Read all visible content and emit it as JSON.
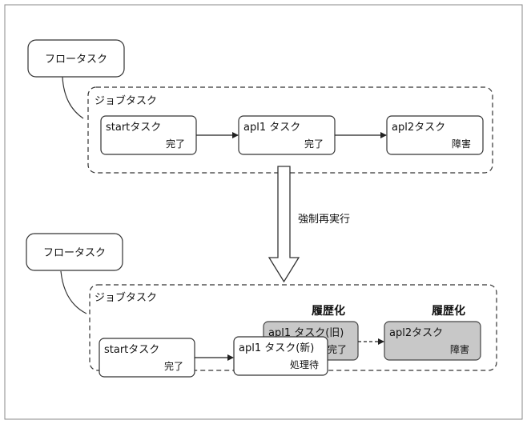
{
  "top": {
    "flow_task": "フロータスク",
    "job_task": "ジョブタスク",
    "tasks": [
      {
        "name": "startタスク",
        "status": "完了"
      },
      {
        "name": "apl1 タスク",
        "status": "完了"
      },
      {
        "name": "apl2タスク",
        "status": "障害"
      }
    ]
  },
  "action_label": "強制再実行",
  "bottom": {
    "flow_task": "フロータスク",
    "job_task": "ジョブタスク",
    "history_label_1": "履歴化",
    "history_label_2": "履歴化",
    "start_task": {
      "name": "startタスク",
      "status": "完了"
    },
    "apl1_old": {
      "name": "apl1 タスク(旧)",
      "status": "完了"
    },
    "apl1_new": {
      "name": "apl1 タスク(新)",
      "status": "処理待"
    },
    "apl2_task": {
      "name": "apl2タスク",
      "status": "障害"
    }
  }
}
